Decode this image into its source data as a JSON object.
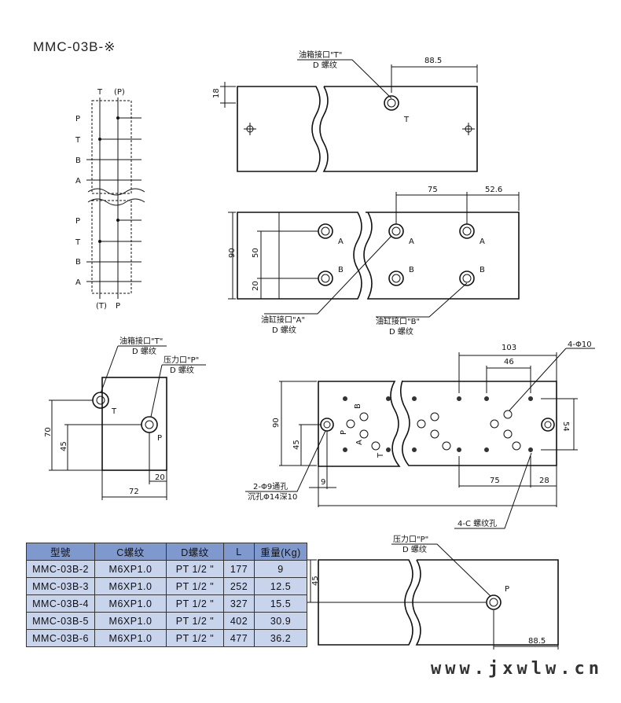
{
  "title": "MMC-03B-※",
  "schematic": {
    "top_labels": [
      "T",
      "(P)"
    ],
    "bottom_labels": [
      "(T)",
      "P"
    ],
    "ports": [
      "P",
      "T",
      "B",
      "A"
    ]
  },
  "view_top": {
    "callout": "油箱接口\"T\"",
    "callout2": "D 螺纹",
    "dim_right": "88.5",
    "dim_left": "18",
    "port": "T"
  },
  "view_ports": {
    "dim_75": "75",
    "dim_526": "52.6",
    "dim_90": "90",
    "dim_50": "50",
    "dim_20": "20",
    "port_a": "A",
    "port_b": "B",
    "callout_a": "油缸接口\"A\"",
    "callout_b": "油缸接口\"B\"",
    "callout2": "D 螺纹"
  },
  "view_side": {
    "callout_t": "油箱接口\"T\"",
    "callout_t2": "D 螺纹",
    "callout_p": "压力口\"P\"",
    "callout_p2": "D 螺纹",
    "dim_70": "70",
    "dim_45": "45",
    "dim_20": "20",
    "dim_72": "72",
    "port_t": "T",
    "port_p": "P"
  },
  "view_bottom": {
    "dim_103": "103",
    "dim_46": "46",
    "dim_90": "90",
    "dim_45": "45",
    "dim_54": "54",
    "dim_9": "9",
    "dim_75": "75",
    "dim_28": "28",
    "holes_4": "4-Φ10",
    "through_1": "2-Φ9通孔",
    "through_2": "沉孔Φ14深10",
    "thread": "4-C 螺纹孔",
    "ports": [
      "P",
      "B",
      "A",
      "T"
    ]
  },
  "view_last": {
    "callout": "压力口\"P\"",
    "callout2": "D 螺纹",
    "dim_45": "45",
    "dim_885": "88.5",
    "port": "P"
  },
  "table": {
    "headers": [
      "型號",
      "C螺纹",
      "D螺纹",
      "L",
      "重量(Kg)"
    ],
    "rows": [
      [
        "MMC-03B-2",
        "M6XP1.0",
        "PT 1/2 \"",
        "177",
        "9"
      ],
      [
        "MMC-03B-3",
        "M6XP1.0",
        "PT 1/2 \"",
        "252",
        "12.5"
      ],
      [
        "MMC-03B-4",
        "M6XP1.0",
        "PT 1/2 \"",
        "327",
        "15.5"
      ],
      [
        "MMC-03B-5",
        "M6XP1.0",
        "PT 1/2 \"",
        "402",
        "30.9"
      ],
      [
        "MMC-03B-6",
        "M6XP1.0",
        "PT 1/2 \"",
        "477",
        "36.2"
      ]
    ]
  },
  "watermark": "www.jxwlw.cn"
}
